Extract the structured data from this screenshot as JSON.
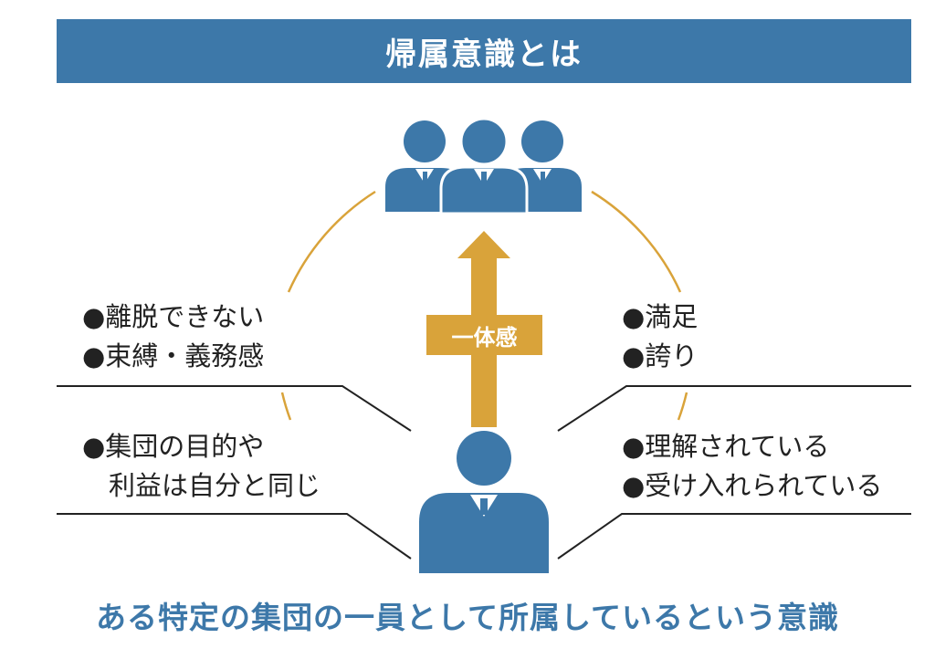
{
  "title": "帰属意識とは",
  "arrow_label": "一体感",
  "upper_left": [
    "●離脱できない",
    "●束縛・義務感"
  ],
  "lower_left": [
    "●集団の目的や",
    "　利益は自分と同じ"
  ],
  "upper_right": [
    "●満足",
    "●誇り"
  ],
  "lower_right": [
    "●理解されている",
    "●受け入れられている"
  ],
  "caption": "ある特定の集団の一員として所属しているという意識",
  "colors": {
    "primary": "#3d78a9",
    "accent": "#d9a33a",
    "line": "#222222"
  }
}
